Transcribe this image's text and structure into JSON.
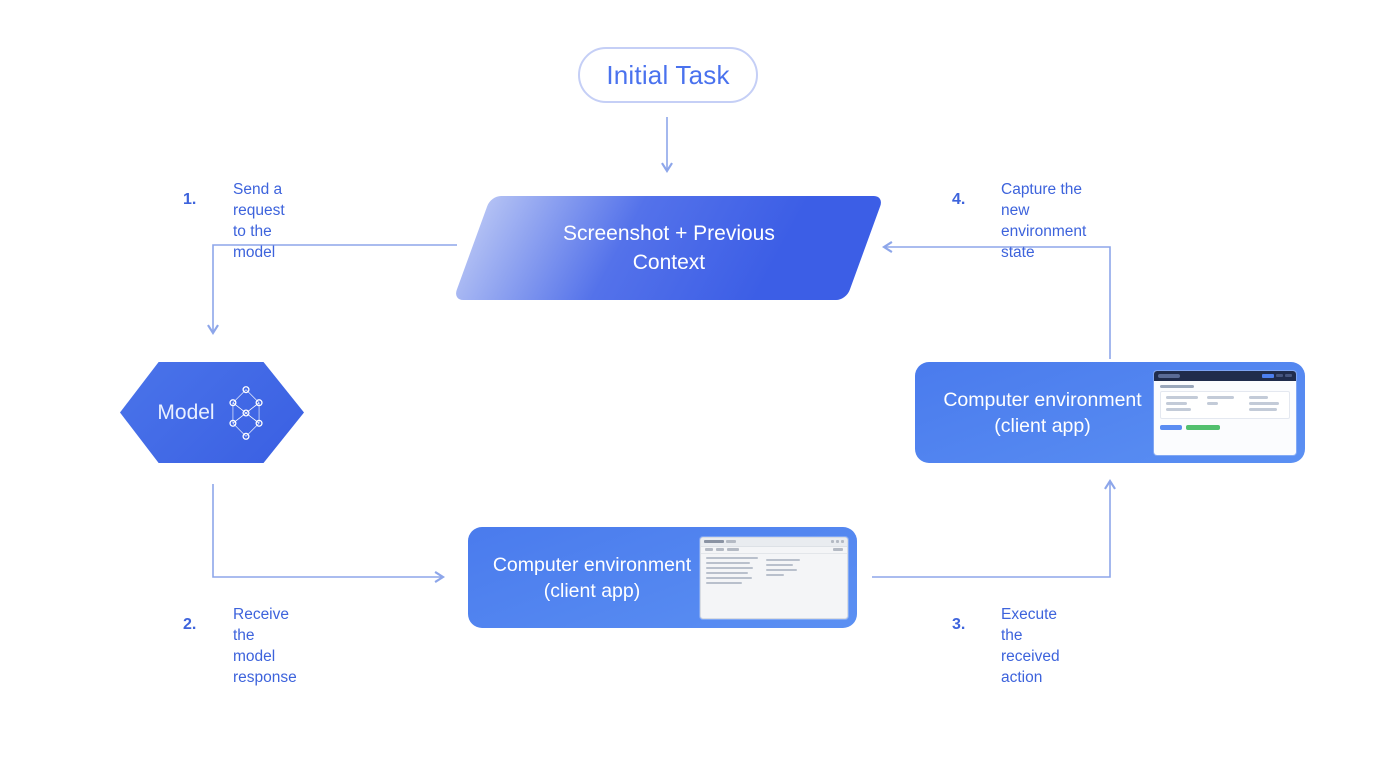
{
  "diagram": {
    "title_pill": {
      "label": "Initial Task"
    },
    "parallelogram": {
      "line1": "Screenshot + Previous",
      "line2": "Context"
    },
    "model_node": {
      "label": "Model",
      "icon": "neural-network-icon"
    },
    "env_right": {
      "line1": "Computer environment",
      "line2": "(client app)"
    },
    "env_bottom": {
      "line1": "Computer environment",
      "line2": "(client app)"
    },
    "steps": [
      {
        "num": "1.",
        "line1": "Send a request",
        "line2": "to the model"
      },
      {
        "num": "2.",
        "line1": "Receive the",
        "line2": "model response"
      },
      {
        "num": "3.",
        "line1": "Execute the",
        "line2": "received action"
      },
      {
        "num": "4.",
        "line1": "Capture the new",
        "line2": "environment state"
      }
    ]
  },
  "colors": {
    "label_blue": "#3d63dc",
    "connector_blue": "#8da6ea",
    "pill_border": "#c5cff6",
    "pill_text": "#4a72ee",
    "parallelogram_gradient": [
      "#b3c1f4",
      "#5472ea",
      "#3c5ee6"
    ],
    "hexagon_blue": "#3f6ae4",
    "box_blue": "#4f82ef",
    "thumbnail_header_navy": "#202c4c",
    "thumbnail_green": "#53c06f",
    "white_text": "#ffffff"
  }
}
